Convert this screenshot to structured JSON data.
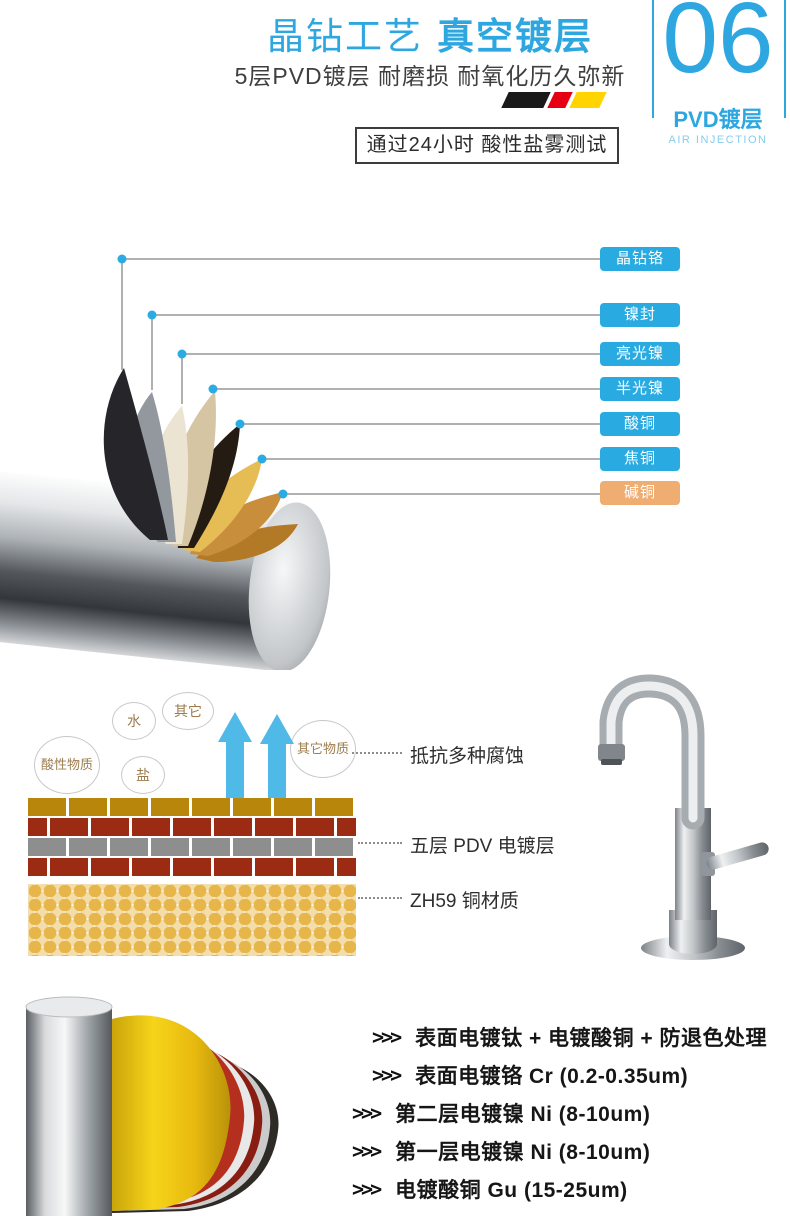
{
  "page": {
    "background": "#ffffff",
    "accent_blue": "#2ea7e0"
  },
  "header": {
    "title_light": "晶钻工艺",
    "title_bold": "真空镀层",
    "subtitle": "5层PVD镀层  耐磨损  耐氧化历久弥新",
    "flag_colors": [
      "#1a1a1a",
      "#e60012",
      "#ffd400"
    ],
    "test_box_text": "通过24小时  酸性盐雾测试",
    "index": {
      "number": "06",
      "title": "PVD镀层",
      "subtitle": "AIR INJECTION"
    }
  },
  "coating_callouts": {
    "badge_color": "#29abe2",
    "items": [
      {
        "label": "晶钻铬",
        "color": "#29abe2"
      },
      {
        "label": "镍封",
        "color": "#29abe2"
      },
      {
        "label": "亮光镍",
        "color": "#29abe2"
      },
      {
        "label": "半光镍",
        "color": "#29abe2"
      },
      {
        "label": "酸铜",
        "color": "#29abe2"
      },
      {
        "label": "焦铜",
        "color": "#29abe2"
      },
      {
        "label": "碱铜",
        "color": "#f0ad72"
      }
    ]
  },
  "corrosion_diagram": {
    "bubbles": [
      {
        "label": "酸性物质"
      },
      {
        "label": "水"
      },
      {
        "label": "其它"
      },
      {
        "label": "盐"
      },
      {
        "label": "其它物质"
      }
    ],
    "callouts": [
      {
        "label": "抵抗多种腐蚀"
      },
      {
        "label": "五层 PDV 电镀层"
      },
      {
        "label": "ZH59 铜材质"
      }
    ]
  },
  "plating_list": {
    "chevron": ">>>",
    "items": [
      {
        "label": "表面电镀钛 + 电镀酸铜 + 防退色处理"
      },
      {
        "label": "表面电镀铬 Cr (0.2-0.35um)"
      },
      {
        "label": "第二层电镀镍 Ni (8-10um)"
      },
      {
        "label": "第一层电镀镍 Ni (8-10um)"
      },
      {
        "label": "电镀酸铜 Gu (15-25um)"
      }
    ]
  }
}
